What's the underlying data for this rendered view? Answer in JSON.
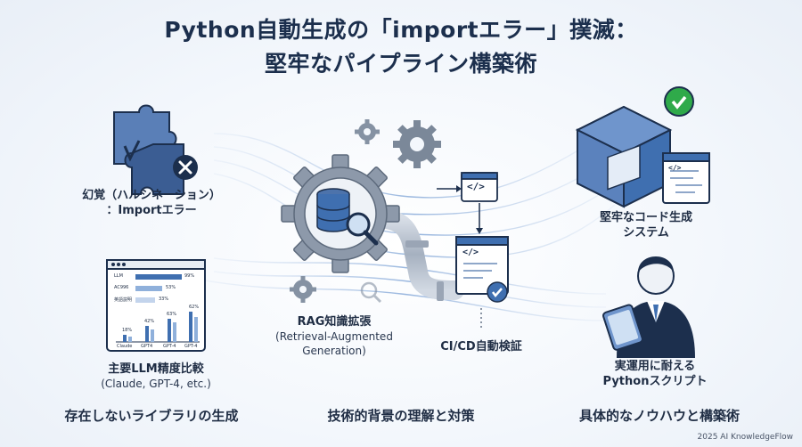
{
  "title": {
    "line1": "Python自動生成の「importエラー」撲滅：",
    "line2": "堅牢なパイプライン構築術"
  },
  "left": {
    "puzzle_label_line1": "幻覚（ハルシネーション）",
    "puzzle_label_line2": "：Importエラー",
    "chart_title": "主要LLM精度比較",
    "chart_subtitle": "(Claude, GPT-4, etc.)",
    "mini_chart": {
      "bars": [
        {
          "label": "LLM",
          "value": "99%"
        },
        {
          "label": "AC996",
          "value": "53%"
        },
        {
          "label": "英語説明",
          "value": "33%"
        }
      ],
      "columns": [
        {
          "label": "Claude",
          "value": "18%"
        },
        {
          "label": "GPT4",
          "value": "42%"
        },
        {
          "label": "GPT-4",
          "value": "63%"
        },
        {
          "label": "GPT-4",
          "value": "62%"
        }
      ]
    }
  },
  "center": {
    "rag_label": "RAG知識拡張",
    "rag_sub_line1": "(Retrieval-Augmented",
    "rag_sub_line2": "Generation)",
    "cicd_label": "CI/CD自動検証"
  },
  "right": {
    "system_line1": "堅牢なコード生成",
    "system_line2": "システム",
    "script_line1": "実運用に耐える",
    "script_line2": "Pythonスクリプト"
  },
  "bottom": {
    "left": "存在しないライブラリの生成",
    "center": "技術的背景の理解と対策",
    "right": "具体的なノウハウと構築術"
  },
  "code_glyph": "</>",
  "footer": "2025 AI KnowledgeFlow",
  "colors": {
    "navy": "#1c2f4d",
    "blue": "#3f6fb0",
    "light_blue": "#a9c4e6",
    "gear": "#8592a3",
    "green": "#2faa4a"
  },
  "icons": [
    "puzzle-icon",
    "error-x-icon",
    "gear-icon",
    "database-icon",
    "magnifier-icon",
    "code-window-icon",
    "check-icon",
    "cube-icon",
    "person-icon",
    "tablet-icon"
  ]
}
